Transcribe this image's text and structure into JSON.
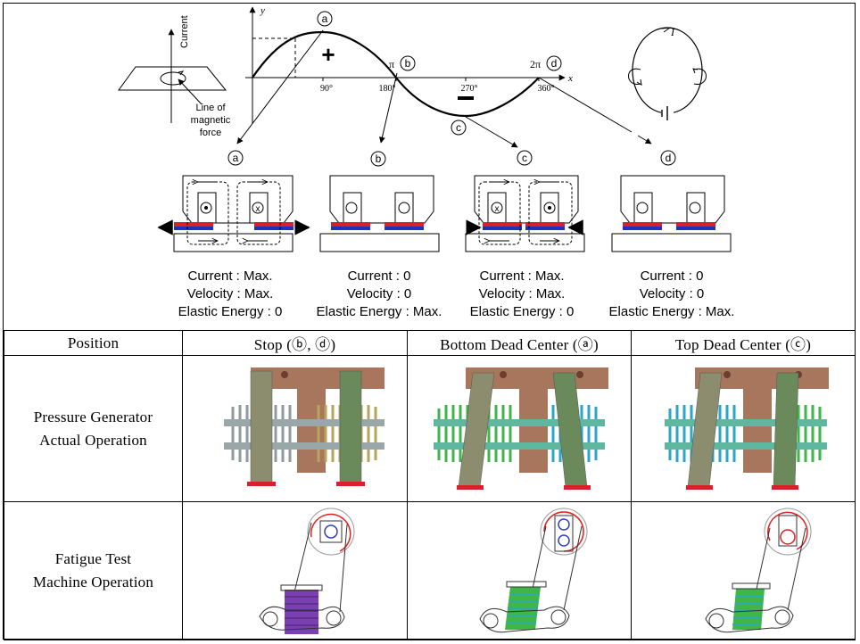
{
  "sine": {
    "y_axis": "y",
    "x_axis": "x",
    "ticks": [
      "90°",
      "180°",
      "270°",
      "360°"
    ],
    "plus": "+",
    "minus": "−",
    "pi": "π",
    "two_pi": "2π"
  },
  "wire_sketch": {
    "axis_label": "Current",
    "caption": [
      "Line of",
      "magnetic",
      "force"
    ]
  },
  "loop_sketch": {
    "label": "I"
  },
  "markers": {
    "a": "a",
    "b": "b",
    "c": "c",
    "d": "d"
  },
  "states": [
    {
      "marker": "a",
      "lines": [
        "Current : Max.",
        "Velocity : Max.",
        "Elastic Energy : 0"
      ]
    },
    {
      "marker": "b",
      "lines": [
        "Current : 0",
        "Velocity : 0",
        "Elastic Energy : Max."
      ]
    },
    {
      "marker": "c",
      "lines": [
        "Current : Max.",
        "Velocity : Max.",
        "Elastic Energy : 0"
      ]
    },
    {
      "marker": "d",
      "lines": [
        "Current : 0",
        "Velocity : 0",
        "Elastic Energy : Max."
      ]
    }
  ],
  "table": {
    "headers": [
      "Position",
      "Stop (ⓑ, ⓓ)",
      "Bottom Dead Center (ⓐ)",
      "Top Dead Center (ⓒ)"
    ],
    "rows": [
      {
        "label": [
          "Pressure Generator",
          "Actual Operation"
        ]
      },
      {
        "label": [
          "Fatigue Test",
          "Machine Operation"
        ]
      }
    ]
  },
  "colors": {
    "magnet_top": "#d8202a",
    "magnet_bottom": "#1f2fbf",
    "plate_bronze": "#a8765c",
    "plate_green": "#6a8a5c",
    "spring_grey": "#9aa7a8",
    "spring_gold": "#b9a45c",
    "spring_green": "#3fb54a",
    "spring_cyan": "#2aa6c9",
    "spring_purple": "#7a3fb0",
    "rotation_red": "#e02020"
  }
}
